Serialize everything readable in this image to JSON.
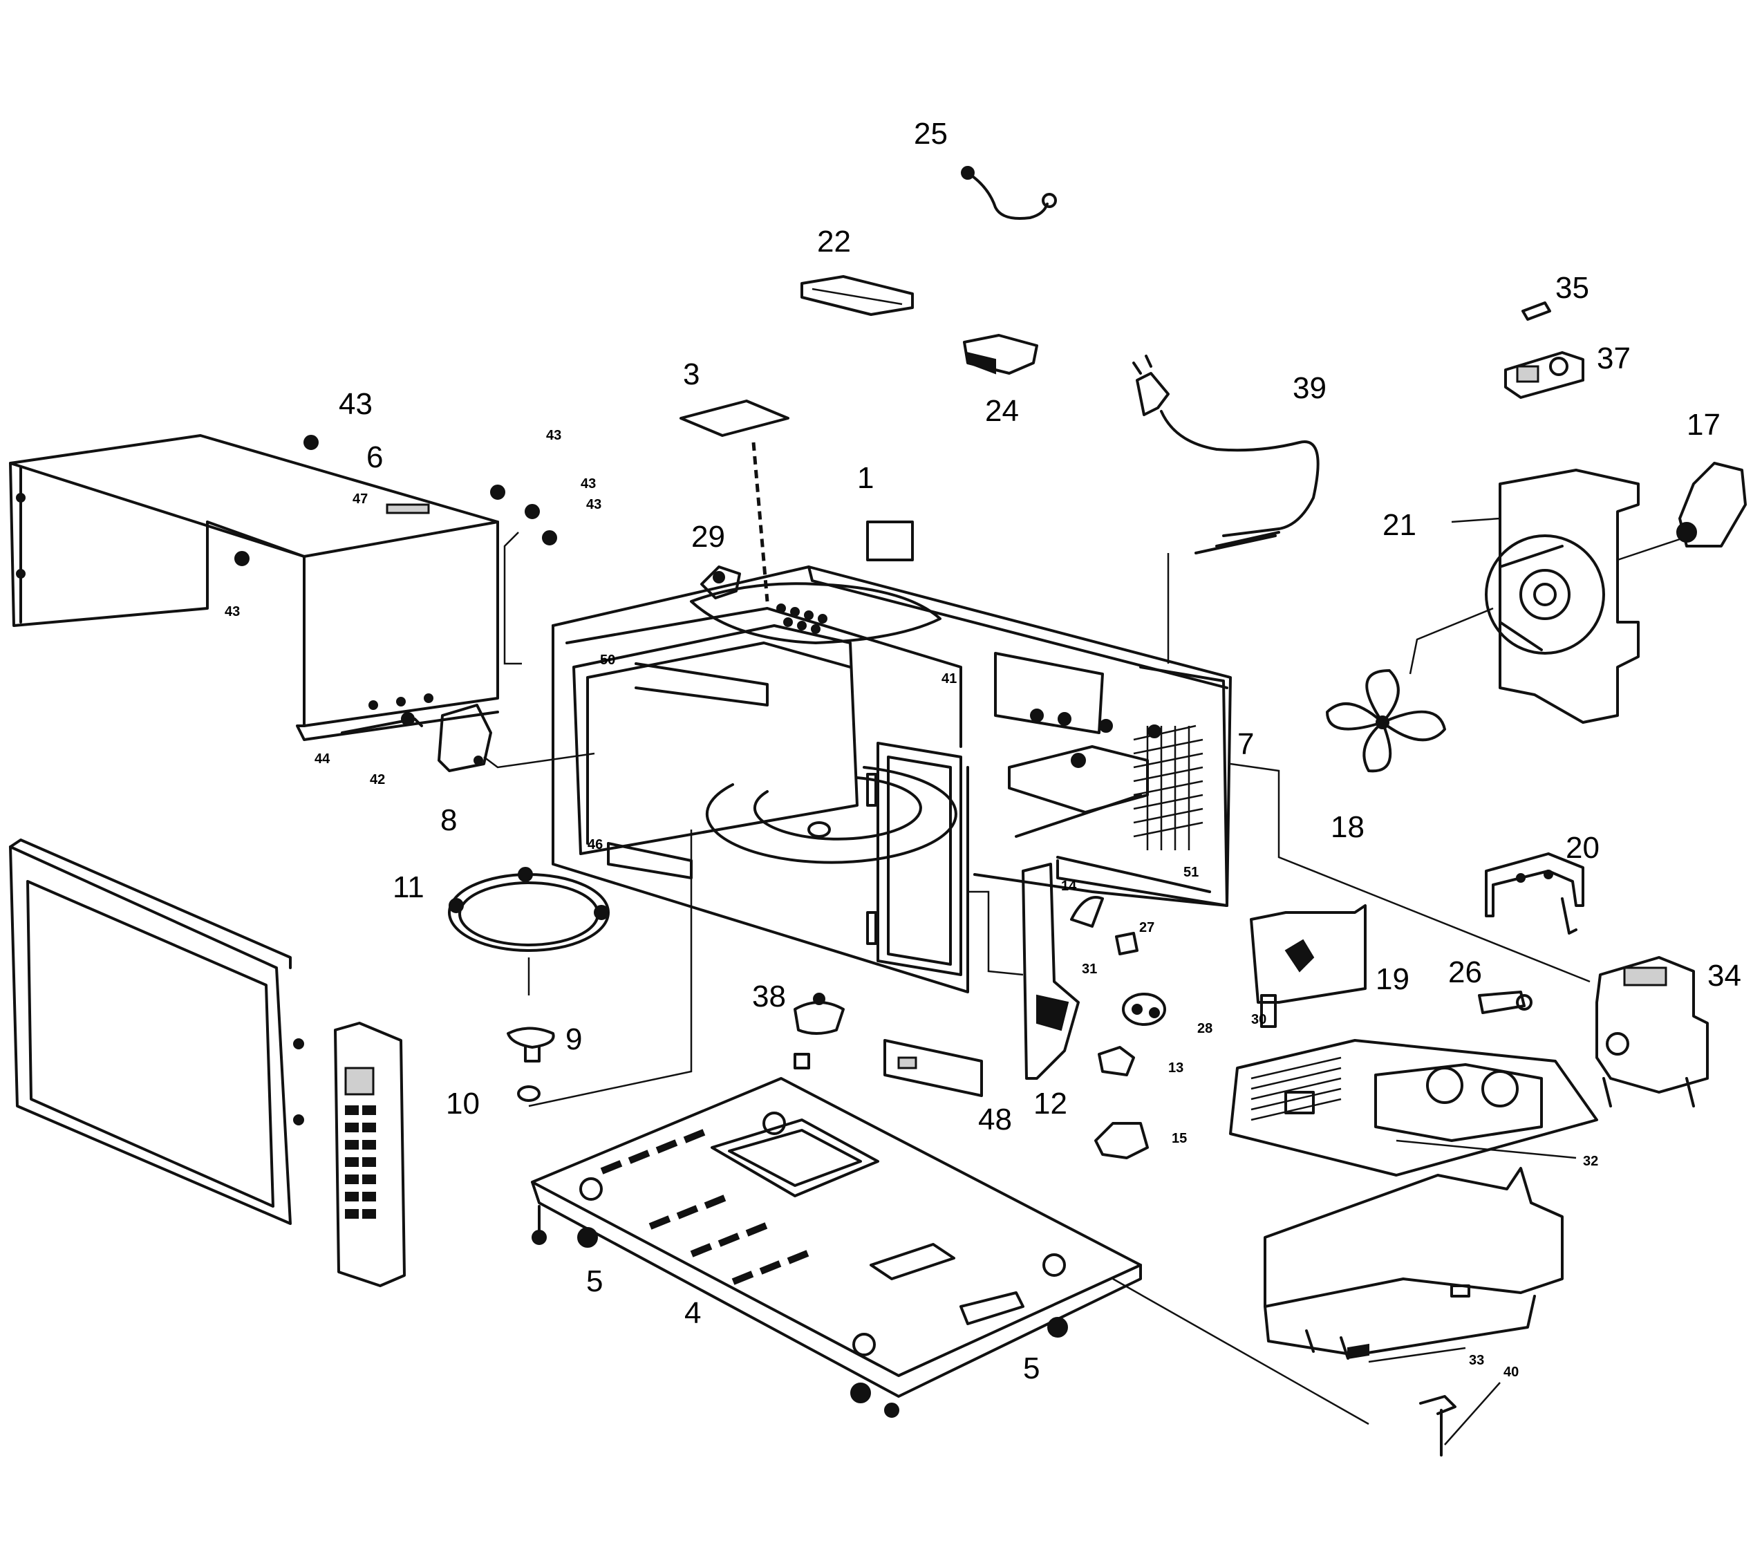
{
  "labels": [
    {
      "id": "25",
      "text": "25",
      "size": "big"
    },
    {
      "id": "22",
      "text": "22",
      "size": "big"
    },
    {
      "id": "35",
      "text": "35",
      "size": "big"
    },
    {
      "id": "37",
      "text": "37",
      "size": "big"
    },
    {
      "id": "3",
      "text": "3",
      "size": "big"
    },
    {
      "id": "24",
      "text": "24",
      "size": "big"
    },
    {
      "id": "39",
      "text": "39",
      "size": "big"
    },
    {
      "id": "17",
      "text": "17",
      "size": "big"
    },
    {
      "id": "43a",
      "text": "43",
      "size": "big"
    },
    {
      "id": "6",
      "text": "6",
      "size": "big"
    },
    {
      "id": "1",
      "text": "1",
      "size": "big"
    },
    {
      "id": "21",
      "text": "21",
      "size": "big"
    },
    {
      "id": "29",
      "text": "29",
      "size": "big"
    },
    {
      "id": "7",
      "text": "7",
      "size": "big"
    },
    {
      "id": "18",
      "text": "18",
      "size": "big"
    },
    {
      "id": "8",
      "text": "8",
      "size": "big"
    },
    {
      "id": "20",
      "text": "20",
      "size": "big"
    },
    {
      "id": "11",
      "text": "11",
      "size": "big"
    },
    {
      "id": "19",
      "text": "19",
      "size": "big"
    },
    {
      "id": "26",
      "text": "26",
      "size": "big"
    },
    {
      "id": "34",
      "text": "34",
      "size": "big"
    },
    {
      "id": "38",
      "text": "38",
      "size": "big"
    },
    {
      "id": "9",
      "text": "9",
      "size": "big"
    },
    {
      "id": "10",
      "text": "10",
      "size": "big"
    },
    {
      "id": "12",
      "text": "12",
      "size": "big"
    },
    {
      "id": "48",
      "text": "48",
      "size": "big"
    },
    {
      "id": "5a",
      "text": "5",
      "size": "big"
    },
    {
      "id": "4",
      "text": "4",
      "size": "big"
    },
    {
      "id": "5b",
      "text": "5",
      "size": "big"
    },
    {
      "id": "s43a",
      "text": "43",
      "size": "small"
    },
    {
      "id": "s43b",
      "text": "43",
      "size": "small"
    },
    {
      "id": "s43c",
      "text": "43",
      "size": "small"
    },
    {
      "id": "s43d",
      "text": "43",
      "size": "small"
    },
    {
      "id": "s47",
      "text": "47",
      "size": "small"
    },
    {
      "id": "s44",
      "text": "44",
      "size": "small"
    },
    {
      "id": "s42",
      "text": "42",
      "size": "small"
    },
    {
      "id": "s50",
      "text": "50",
      "size": "small"
    },
    {
      "id": "s41",
      "text": "41",
      "size": "small"
    },
    {
      "id": "s46",
      "text": "46",
      "size": "small"
    },
    {
      "id": "s51",
      "text": "51",
      "size": "small"
    },
    {
      "id": "s14",
      "text": "14",
      "size": "small"
    },
    {
      "id": "s27",
      "text": "27",
      "size": "small"
    },
    {
      "id": "s31",
      "text": "31",
      "size": "small"
    },
    {
      "id": "s28",
      "text": "28",
      "size": "small"
    },
    {
      "id": "s13",
      "text": "13",
      "size": "small"
    },
    {
      "id": "s15",
      "text": "15",
      "size": "small"
    },
    {
      "id": "s32",
      "text": "32",
      "size": "small"
    },
    {
      "id": "s33",
      "text": "33",
      "size": "small"
    },
    {
      "id": "s40",
      "text": "40",
      "size": "small"
    },
    {
      "id": "s30",
      "text": "30",
      "size": "small"
    }
  ]
}
